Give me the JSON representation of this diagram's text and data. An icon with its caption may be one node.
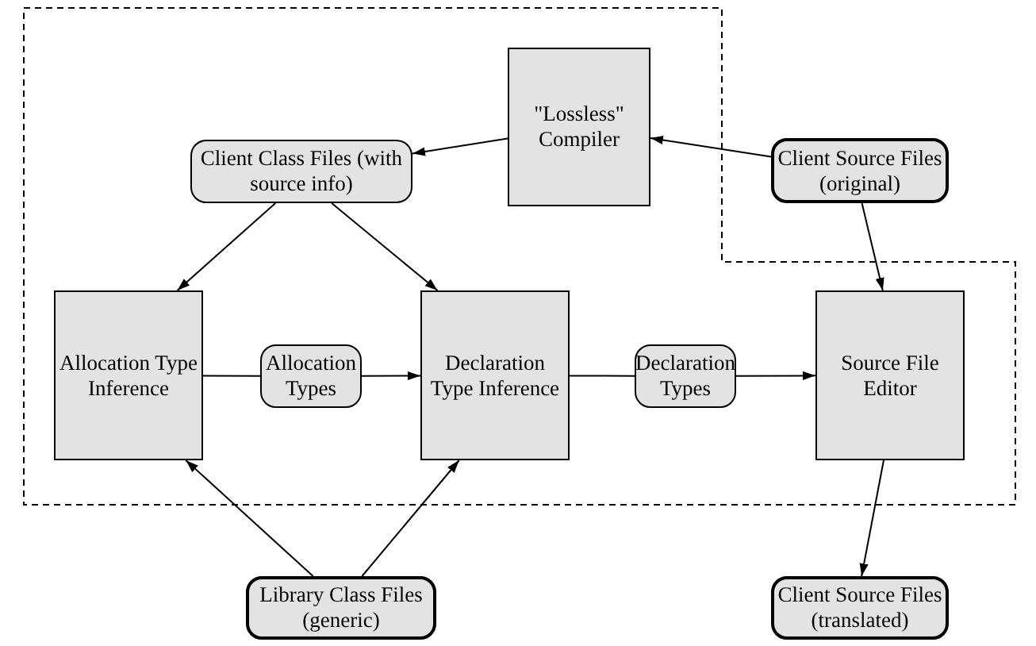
{
  "diagram": {
    "nodes": [
      {
        "text": [
          "\"Lossless\" Compiler"
        ]
      },
      {
        "text": [
          "Client Class Files (with source info)"
        ]
      },
      {
        "text": [
          "Client Source Files (original)"
        ]
      },
      {
        "text": [
          "Allocation Type Inference"
        ]
      },
      {
        "text": [
          "Allocation Types"
        ]
      },
      {
        "text": [
          "Declaration Type Inference"
        ]
      },
      {
        "text": [
          "Declaration Types"
        ]
      },
      {
        "text": [
          "Source File Editor"
        ]
      },
      {
        "text": [
          "Library Class Files (generic)"
        ]
      },
      {
        "text": [
          "Client Source Files (translated)"
        ]
      }
    ],
    "edges": [
      {
        "from": 2,
        "to": 0,
        "arrow": "to"
      },
      {
        "from": 0,
        "to": 1,
        "arrow": "to"
      },
      {
        "from": 1,
        "to": 3,
        "arrow": "to"
      },
      {
        "from": 1,
        "to": 5,
        "arrow": "to"
      },
      {
        "from": 2,
        "to": 7,
        "arrow": "to"
      },
      {
        "from": 3,
        "to": 4,
        "arrow": "none"
      },
      {
        "from": 4,
        "to": 5,
        "arrow": "to"
      },
      {
        "from": 5,
        "to": 6,
        "arrow": "none"
      },
      {
        "from": 6,
        "to": 7,
        "arrow": "to"
      },
      {
        "from": 8,
        "to": 3,
        "arrow": "to"
      },
      {
        "from": 8,
        "to": 5,
        "arrow": "to"
      },
      {
        "from": 7,
        "to": 9,
        "arrow": "to"
      }
    ]
  }
}
